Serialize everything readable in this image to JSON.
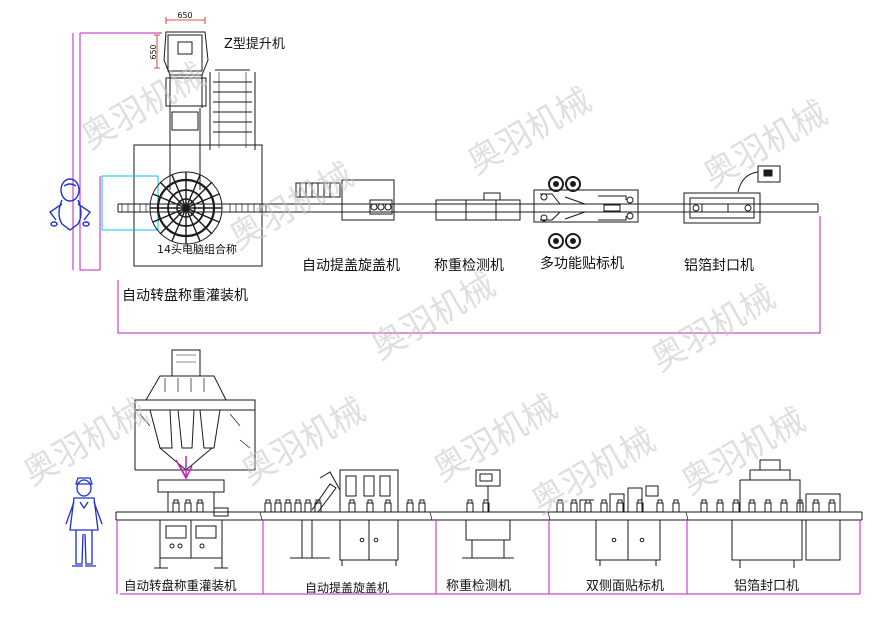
{
  "top_layout": {
    "elevator_label": "Z型提升机",
    "dim_width": "650",
    "dim_depth": "650",
    "weigher_inner_label": "14头电脑组合称",
    "machine_labels": [
      "自动转盘称重灌装机",
      "自动提盖旋盖机",
      "称重检测机",
      "多功能贴标机",
      "铝箔封口机"
    ]
  },
  "bottom_layout": {
    "machine_labels": [
      "自动转盘称重灌装机",
      "自动提盖旋盖机",
      "称重检测机",
      "双侧面贴标机",
      "铝箔封口机"
    ]
  },
  "watermark": {
    "text": "奥羽机械"
  },
  "colors": {
    "line": "#1a1a1a",
    "outline_magenta": "#c020c0",
    "outline_cyan": "#00c8e0",
    "operator_blue": "#2030d0",
    "dim_red": "#d01818",
    "watermark": "#c6c6c6"
  }
}
